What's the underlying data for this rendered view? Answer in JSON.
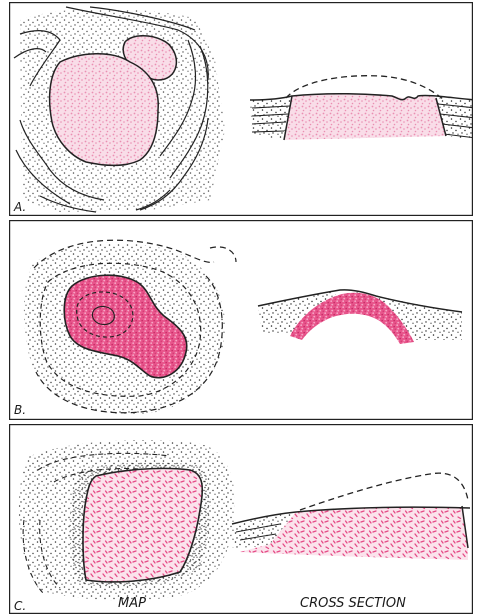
{
  "panels": [
    {
      "letter": "A."
    },
    {
      "letter": "B."
    },
    {
      "letter": "C."
    }
  ],
  "captions": {
    "map": "MAP",
    "cross_section": "CROSS SECTION"
  },
  "colors": {
    "ink": "#1a1a1a",
    "pale_pink": "#f7d6e2",
    "pale_pink_dot": "#e889ab",
    "magenta": "#e6437f",
    "magenta_light": "#f49bbd",
    "frame": "#222222"
  }
}
